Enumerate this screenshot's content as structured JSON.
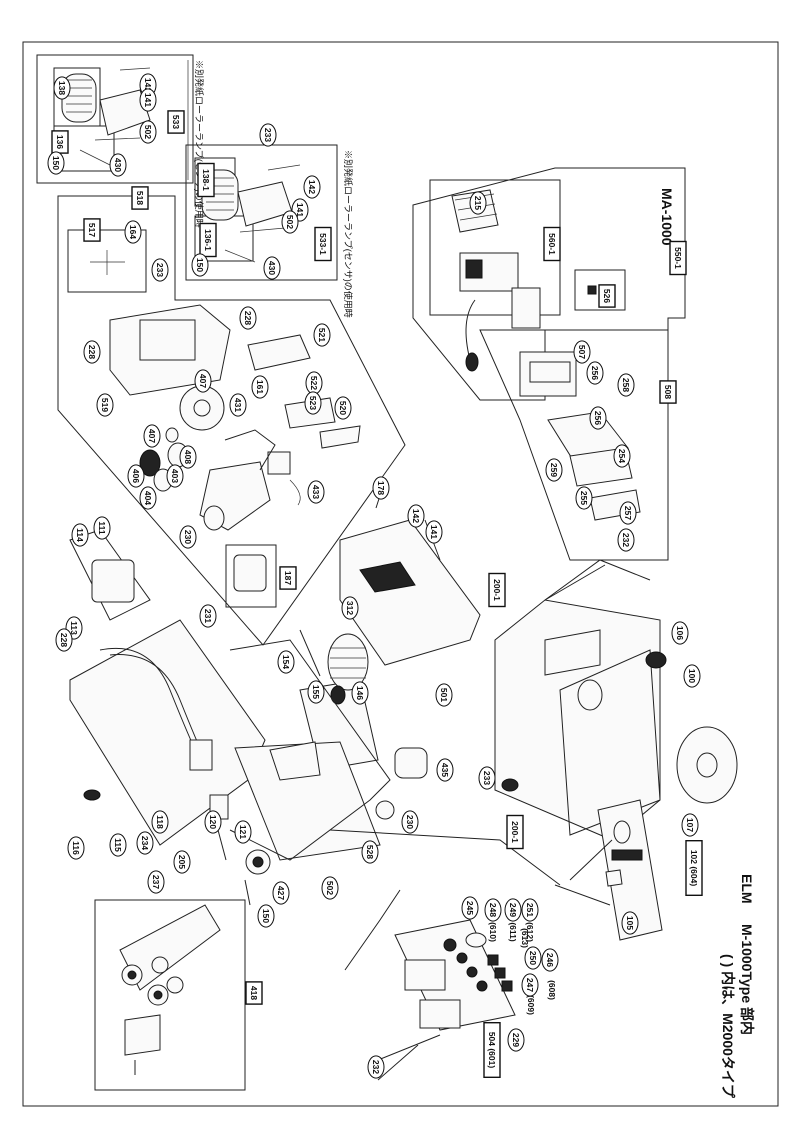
{
  "sheet_title": "M-1000Type 部内",
  "brand": "ELM",
  "sheet_note": "( ) 内は、M2000タイプ",
  "model_label": "MA-1000",
  "callouts": {
    "c138": "138",
    "c136": "136",
    "c142a": "142",
    "c141a": "141",
    "c502a": "502",
    "c533": "533",
    "c150a": "150",
    "c430a": "430",
    "c233a": "233",
    "c138_1": "138-1",
    "c136_1": "136-1",
    "c142b": "142",
    "c141b": "141",
    "c502b": "502",
    "c533_1": "533-1",
    "c150b": "150",
    "c430b": "430",
    "c518": "518",
    "c517": "517",
    "c164": "164",
    "c233b": "233",
    "c228a": "228",
    "c228b": "228",
    "c521": "521",
    "c522": "522",
    "c523": "523",
    "c520": "520",
    "c407a": "407",
    "c161": "161",
    "c431": "431",
    "c407b": "407",
    "c408": "408",
    "c403": "403",
    "c406": "406",
    "c404": "404",
    "c519": "519",
    "c433": "433",
    "c230a": "230",
    "c187": "187",
    "c231": "231",
    "c560_1": "560-1",
    "c215": "215",
    "c550_1": "550-1",
    "c526": "526",
    "c507": "507",
    "c256a": "256",
    "c258": "258",
    "c508": "508",
    "c256b": "256",
    "c259": "259",
    "c254": "254",
    "c255": "255",
    "c257": "257",
    "c232a": "232",
    "c114": "114",
    "c111": "111",
    "c113": "113",
    "c228c": "228",
    "c178": "178",
    "c142c": "142",
    "c141c": "141",
    "c200_1a": "200-1",
    "c106": "106",
    "c312": "312",
    "c154": "154",
    "c155": "155",
    "c146": "146",
    "c501": "501",
    "c100": "100",
    "c116": "116",
    "c115": "115",
    "c234": "234",
    "c118": "118",
    "c120": "120",
    "c121": "121",
    "c205": "205",
    "c233c": "233",
    "c200_1b": "200-1",
    "c435": "435",
    "c230b": "230",
    "c528": "528",
    "c107": "107",
    "c502c": "502",
    "c427": "427",
    "c150c": "150",
    "c102": "102 (604)",
    "c105": "105",
    "c237": "237",
    "c418": "418",
    "c245": "245",
    "c248": "248",
    "c248s": "(610)",
    "c249": "249",
    "c249s": "(611)",
    "c251": "251",
    "c251s": "(612)",
    "c250": "250",
    "c250s": "(613)",
    "c246": "246",
    "c246s": "(608)",
    "c247": "247",
    "c247s": "(609)",
    "c504": "504 (601)",
    "c229": "229",
    "c232b": "232"
  },
  "notes": {
    "inset1": "※別発紙ローラーランプ(センサ)の使用時",
    "inset2": "※別発紙ローラーランプ(センサ)の使用時"
  }
}
